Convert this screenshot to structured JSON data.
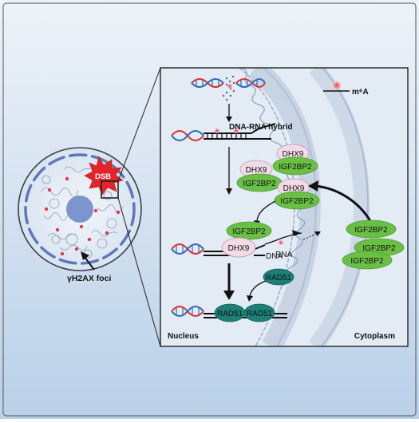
{
  "labels": {
    "dsb": "DSB",
    "gamma_h2ax": "γH2AX foci",
    "legend_m6a": "m⁶A",
    "dna_rna_hybrid": "DNA-RNA hybrid",
    "dhx9": "DHX9",
    "igf2bp2": "IGF2BP2",
    "dna": "DNA",
    "rna": "RNA",
    "rad51": "RAD51",
    "nucleus": "Nucleus",
    "cytoplasm": "Cytoplasm"
  },
  "colors": {
    "background_top": "#eaf0f7",
    "background_bottom": "#b7cfe6",
    "panel_fill": "#e3ebf4",
    "nuclear_envelope": "#b3c3d8",
    "membrane_band": "#c8d4e4",
    "dhx9_fill": "#f2dbe6",
    "igf2bp2_fill": "#6abf45",
    "rad51_fill": "#1e7f78",
    "dsb_fill": "#e3242b",
    "m6a_dot": "#e23a4a",
    "dna_red": "#d8303a",
    "dna_blue": "#2e6cb5",
    "nucleolus": "#7c95cf"
  }
}
